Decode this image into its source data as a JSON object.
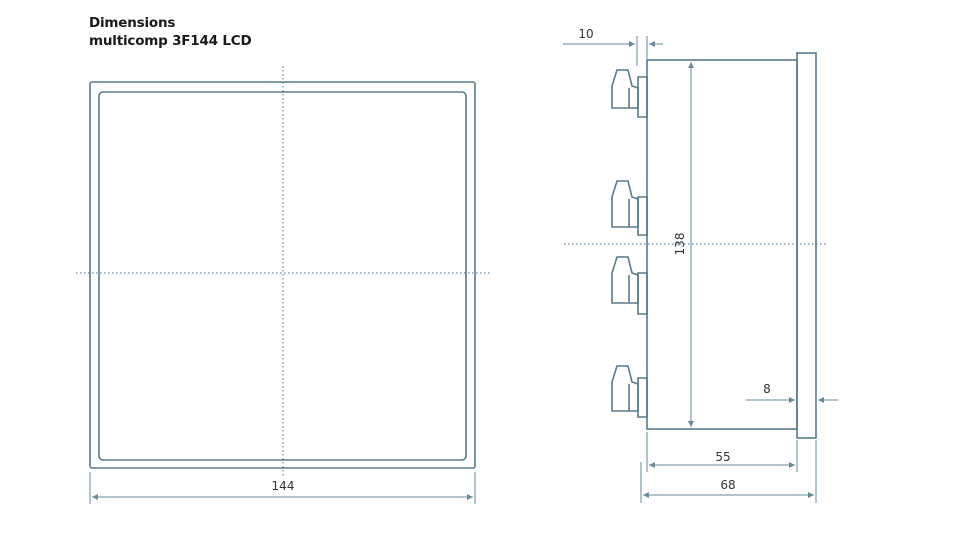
{
  "title": {
    "line1": "Dimensions",
    "line2": "multicomp 3F144 LCD"
  },
  "front_view": {
    "width_label": "144"
  },
  "side_view": {
    "height_label": "138",
    "terminal_offset_label": "10",
    "bezel_depth_label": "8",
    "body_depth_label": "55",
    "total_depth_label": "68"
  },
  "colors": {
    "outline": "#5a7a8a",
    "dimension": "#6a8a99",
    "text": "#333333"
  }
}
